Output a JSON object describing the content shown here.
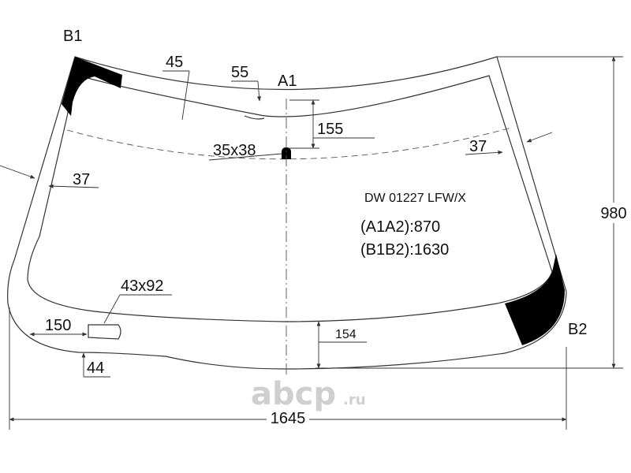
{
  "part_code": "DW 01227 LFW/X",
  "spec_a1a2": "(A1A2):870",
  "spec_b1b2": "(B1B2):1630",
  "points": {
    "a1": "A1",
    "b1": "B1",
    "b2": "B2"
  },
  "dimensions": {
    "total_width": "1645",
    "total_height": "980",
    "top_band_left": "45",
    "top_band_center": "55",
    "top_dashed_offset": "155",
    "side_band_left": "37",
    "side_band_right": "37",
    "bottom_band_center": "154",
    "bottom_band_left": "150",
    "bottom_edge_left": "44",
    "mirror_pad": "35x38",
    "vin_window": "43x92"
  },
  "watermark": {
    "logo": "abcp",
    "suffix": ".ru",
    "colors": {
      "mark": "#cfcfcf"
    }
  }
}
